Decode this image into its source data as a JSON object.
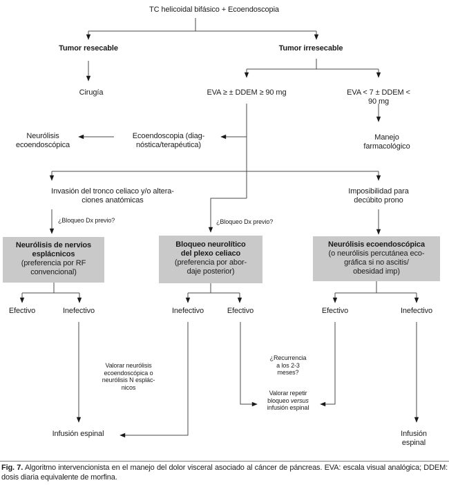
{
  "flowchart": {
    "root": "TC helicoidal bifásico + Ecoendoscopia",
    "tumor_resecable": "Tumor resecable",
    "tumor_irresecable": "Tumor irresecable",
    "cirugia": "Cirugía",
    "eva_alta": "EVA ≥ ± DDEM ≥ 90 mg",
    "eva_baja": "EVA < 7 ± DDEM < 90 mg",
    "manejo_farmacologico": "Manejo farmacológico",
    "ecoendoscopia": "Ecoendoscopia (diag-\nnóstica/terapéutica)",
    "neurolisis_ecoendoscopica": "Neurólisis\necoendoscópica",
    "invasion_tronco": "Invasión del tronco celiaco y/o altera-\nciones anatómicas",
    "imposibilidad": "Imposibilidad para\ndecúbito prono",
    "bloqueo_dx_izquierda": "¿Bloqueo Dx previo?",
    "bloqueo_dx_centro": "¿Bloqueo Dx previo?",
    "box_esplacnicos": {
      "title": "Neurólisis de nervios\nesplácnicos",
      "sub": "(preferencia por RF\nconvencional)"
    },
    "box_plexo": {
      "title": "Bloqueo neurolítico\ndel plexo celiaco",
      "sub": "(preferencia por abor-\ndaje posterior)"
    },
    "box_ecoendoscopica": {
      "title": "Neurólisis ecoendoscópica",
      "sub": "(o neurólisis percutánea eco-\ngráfica si no ascitis/\nobesidad imp)"
    },
    "efectivo_1": "Efectivo",
    "inefectivo_1": "Inefectivo",
    "inefectivo_2": "Inefectivo",
    "efectivo_2": "Efectivo",
    "efectivo_3": "Efectivo",
    "inefectivo_3": "Inefectivo",
    "valorar_neurolisis": "Valorar neurólisis\necoendoscópica o\nneurólisis N esplác-\nnicos",
    "recurrencia": "¿Recurrencia\na los 2-3\nmeses?",
    "valorar_repetir_pre": "Valorar repetir\nbloqueo ",
    "valorar_repetir_versus": "versus",
    "valorar_repetir_post": "\ninfusión espinal",
    "infusion_izquierda": "Infusión espinal",
    "infusion_derecha": "Infusión espinal"
  },
  "caption": {
    "label": "Fig. 7.",
    "text": " Algoritmo intervencionista en el manejo del dolor visceral asociado al cáncer de páncreas. EVA: escala visual analógica; DDEM: dosis diaria equivalente de morfina."
  },
  "colors": {
    "box_fill": "#c9c9c9",
    "line": "#4a4a4a",
    "arrow": "#1a1a1a",
    "text": "#1a1a1a"
  }
}
